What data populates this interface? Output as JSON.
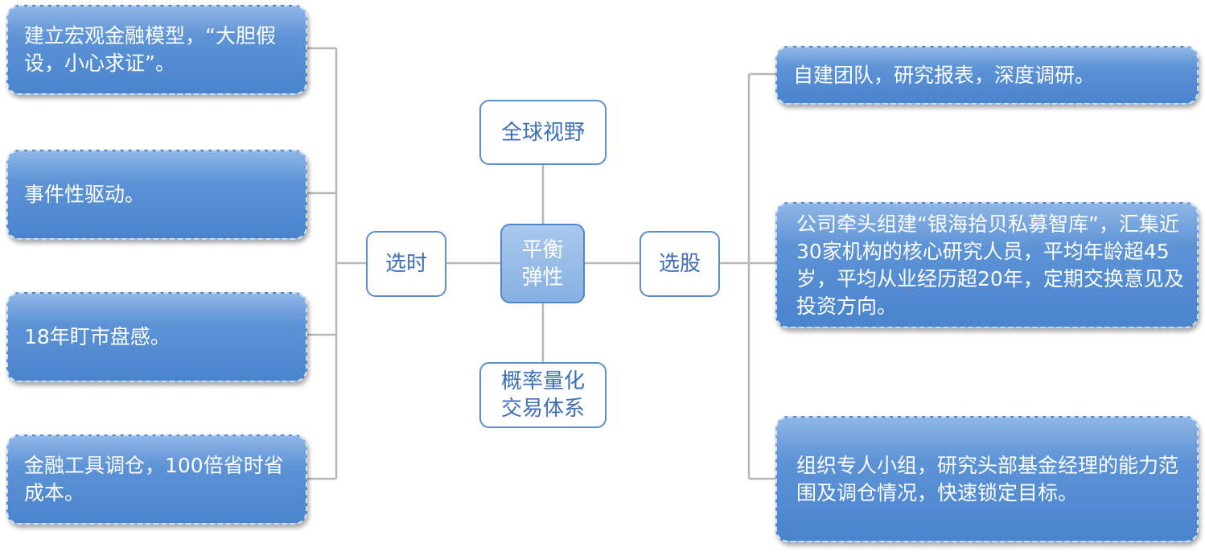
{
  "center": {
    "line1": "平衡",
    "line2": "弹性"
  },
  "top_node": {
    "label": "全球视野"
  },
  "bottom_node": {
    "line1": "概率量化",
    "line2": "交易体系"
  },
  "left_hub": {
    "label": "选时"
  },
  "right_hub": {
    "label": "选股"
  },
  "left_items": [
    {
      "text": "建立宏观金融模型，“大胆假设，小心求证”。"
    },
    {
      "text": "事件性驱动。"
    },
    {
      "text": "18年盯市盘感。"
    },
    {
      "text": "金融工具调仓，100倍省时省成本。"
    }
  ],
  "right_items": [
    {
      "text": "自建团队，研究报表，深度调研。"
    },
    {
      "text": "公司牵头组建“银海拾贝私募智库”，汇集近30家机构的核心研究人员，平均年龄超45岁，平均从业经历超20年，定期交换意见及投资方向。"
    },
    {
      "text": "组织专人小组，研究头部基金经理的能力范围及调仓情况，快速锁定目标。"
    }
  ],
  "colors": {
    "box_blue": "#5b91d5",
    "outline_blue": "#5a8fcf",
    "text_blue": "#3d6fb8",
    "connector_gray": "#b5b5b5"
  }
}
